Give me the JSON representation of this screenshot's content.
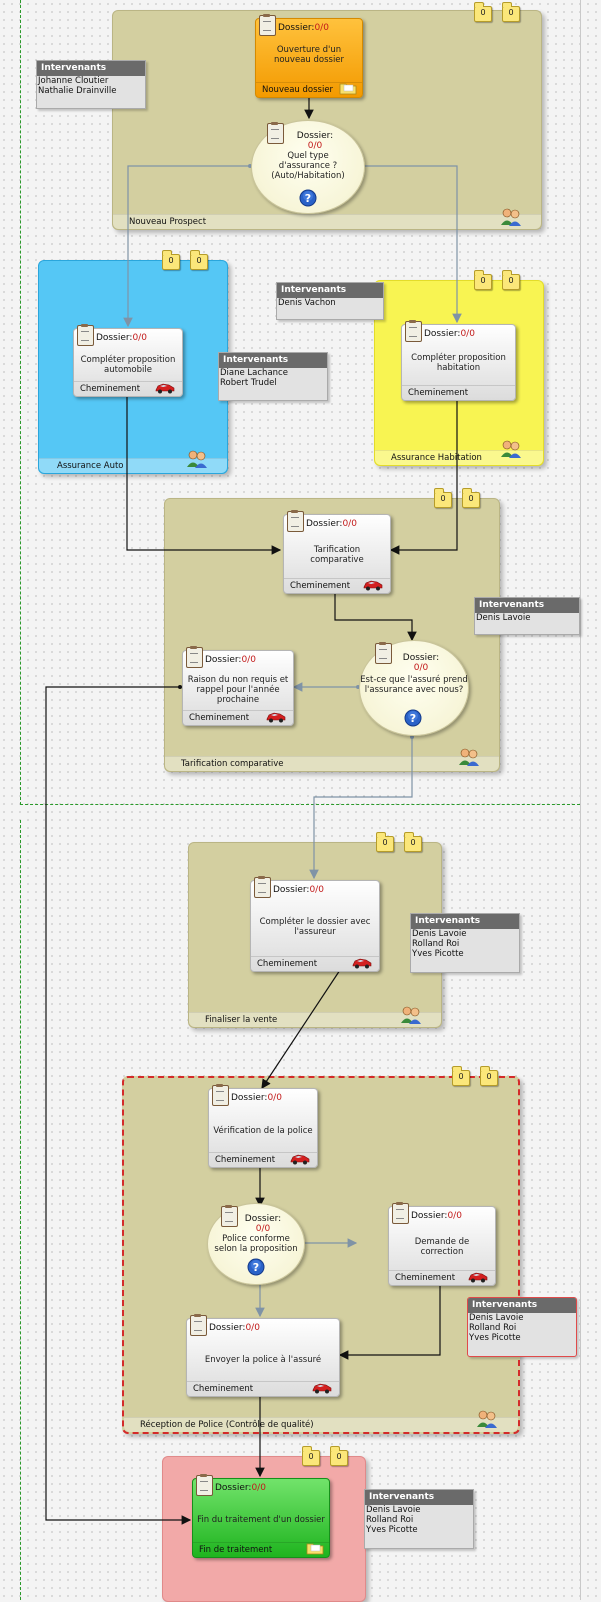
{
  "lanes": {
    "nouveau_prospect": {
      "title": "Nouveau Prospect"
    },
    "assurance_auto": {
      "title": "Assurance Auto"
    },
    "assurance_habitation": {
      "title": "Assurance Habitation"
    },
    "tarification": {
      "title": "Tarification comparative"
    },
    "finaliser": {
      "title": "Finaliser la vente"
    },
    "reception": {
      "title": "Réception de Police (Contrôle de qualité)"
    },
    "fin": {
      "title": ""
    }
  },
  "counters": {
    "zero": "0"
  },
  "doc_label": "Dossier:",
  "doc_count": "0/0",
  "tasks": {
    "ouverture": {
      "text": "Ouverture d'un nouveau dossier",
      "footer": "Nouveau dossier"
    },
    "auto": {
      "text": "Compléter proposition automobile",
      "footer": "Cheminement"
    },
    "habitation": {
      "text": "Compléter proposition habitation",
      "footer": "Cheminement"
    },
    "tarification": {
      "text": "Tarification comparative",
      "footer": "Cheminement"
    },
    "raison": {
      "text": "Raison du non requis et rappel pour l'année prochaine",
      "footer": "Cheminement"
    },
    "completer": {
      "text": "Compléter le dossier avec l'assureur",
      "footer": "Cheminement"
    },
    "verification": {
      "text": "Vérification de la police",
      "footer": "Cheminement"
    },
    "correction": {
      "text": "Demande de correction",
      "footer": "Cheminement"
    },
    "envoyer": {
      "text": "Envoyer la police à l'assuré",
      "footer": "Cheminement"
    },
    "fin": {
      "text": "Fin du traitement d'un dossier",
      "footer": "Fin de traitement"
    }
  },
  "decisions": {
    "type": {
      "text": "Quel type d'assurance ? (Auto/Habitation)"
    },
    "assure": {
      "text": "Est-ce que l'assuré prend l'assurance avec nous?"
    },
    "conforme": {
      "text": "Police conforme selon la proposition"
    }
  },
  "participants": {
    "title": "Intervenants",
    "p1": [
      "Johanne Cloutier",
      "Nathalie Drainville"
    ],
    "p2": [
      "Denis Vachon"
    ],
    "p3": [
      "Diane Lachance",
      "Robert Trudel"
    ],
    "p4": [
      "Denis Lavoie"
    ],
    "p5": [
      "Denis Lavoie",
      "Rolland Roi",
      "Yves Picotte"
    ],
    "p6": [
      "Denis Lavoie",
      "Rolland Roi",
      "Yves Picotte"
    ],
    "p7": [
      "Denis Lavoie",
      "Rolland Roi",
      "Yves Picotte"
    ]
  },
  "colors": {
    "khaki": "#d3cfa0",
    "blue": "#55c7f5",
    "yellow": "#f8f452",
    "pink": "#f2a9a8",
    "edge": "#111111",
    "edge_grey": "#7f93a6"
  }
}
